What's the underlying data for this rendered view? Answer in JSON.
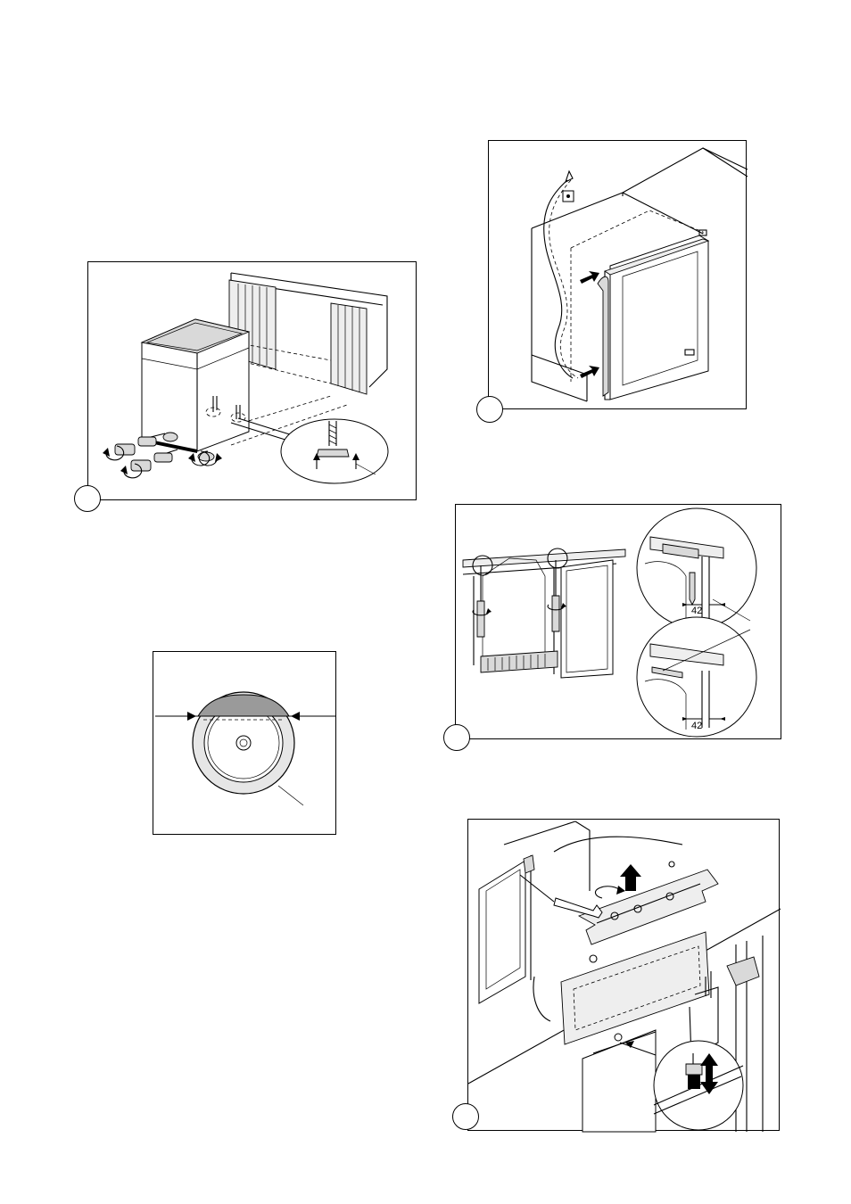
{
  "page": {
    "background": "#ffffff",
    "line_color": "#000000",
    "shade_light": "#eeeeee",
    "shade_dark": "#9a9a9a"
  },
  "figures": [
    {
      "id": "fig-feet",
      "description_icon": "adjustable-feet-icon"
    },
    {
      "id": "fig-cable",
      "description_icon": "power-cable-icon"
    },
    {
      "id": "fig-door-screws",
      "description_icon": "screwdriver-icon",
      "dimension_top": "42",
      "dimension_bottom": "42"
    },
    {
      "id": "fig-disc",
      "description_icon": "cover-disc-icon"
    },
    {
      "id": "fig-hinge",
      "description_icon": "wrench-icon"
    }
  ]
}
